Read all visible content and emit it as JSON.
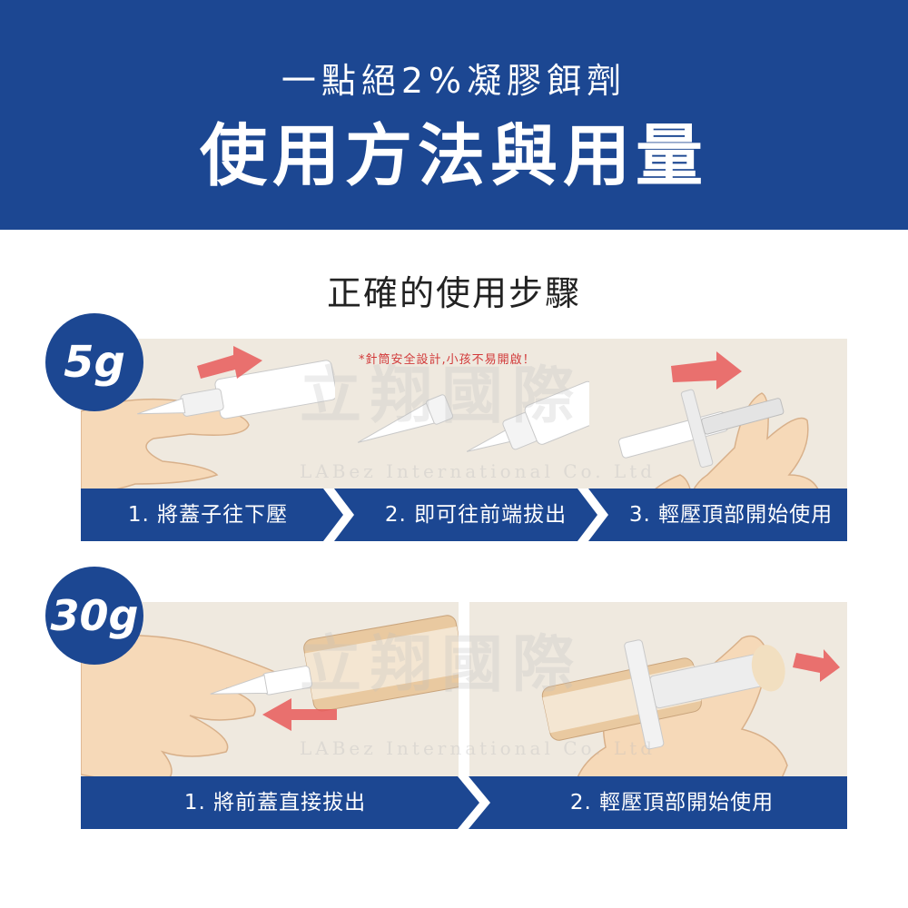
{
  "header": {
    "subtitle": "一點絕2%凝膠餌劑",
    "title": "使用方法與用量"
  },
  "section": {
    "title": "正確的使用步驟"
  },
  "small_pack": {
    "badge": "5g",
    "note": "*針筒安全設計,小孩不易開啟！",
    "steps": [
      "1. 將蓋子往下壓",
      "2. 即可往前端拔出",
      "3. 輕壓頂部開始使用"
    ]
  },
  "large_pack": {
    "badge": "30g",
    "steps": [
      "1. 將前蓋直接拔出",
      "2. 輕壓頂部開始使用"
    ]
  },
  "watermark": {
    "cn": "立翔國際",
    "en": "LABez International Co. Ltd"
  },
  "colors": {
    "brand_blue": "#1c4792",
    "panel_bg": "#efe9df",
    "arrow_red": "#e85a5a"
  }
}
